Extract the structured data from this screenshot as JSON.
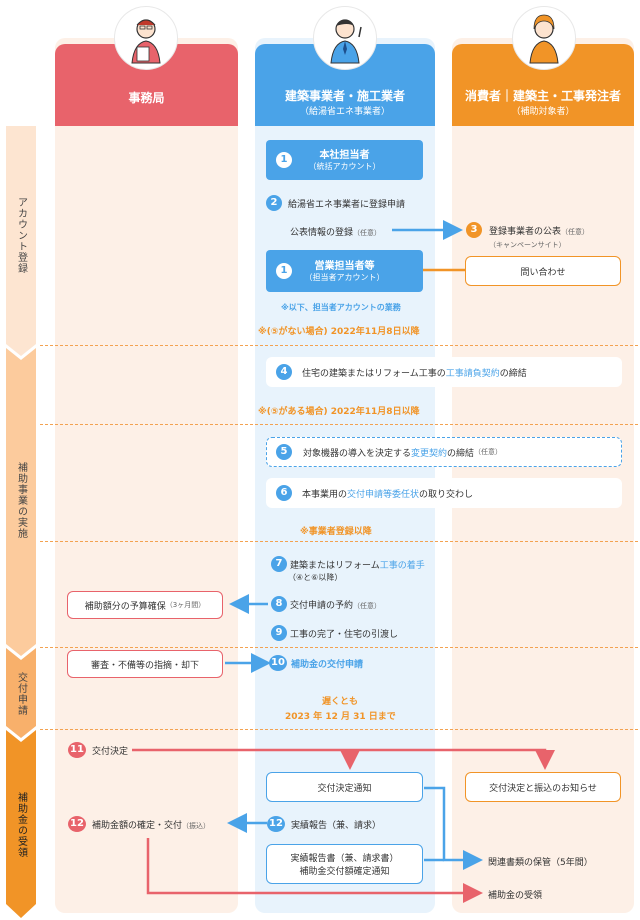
{
  "columns": {
    "left": {
      "title": "事務局"
    },
    "center": {
      "title": "建築事業者・施工業者",
      "subtitle": "（給湯省エネ事業者）"
    },
    "right": {
      "title": "消費者｜建築主・工事発注者",
      "subtitle": "（補助対象者）"
    }
  },
  "phases": [
    "アカウント登録",
    "補助事業の実施",
    "交付申請",
    "補助金の受領"
  ],
  "steps": {
    "s1a": {
      "num": "1",
      "title": "本社担当者",
      "sub": "（統括アカウント）"
    },
    "s2": {
      "num": "2",
      "text": "給湯省エネ事業者に登録申請"
    },
    "pub_info": {
      "text": "公表情報の登録",
      "note": "（任意）"
    },
    "s3": {
      "num": "3",
      "text": "登録事業者の公表",
      "note": "（任意）",
      "sub": "（キャンペーンサイト）"
    },
    "inquiry": {
      "text": "問い合わせ"
    },
    "s1b": {
      "num": "1",
      "title": "営業担当者等",
      "sub": "（担当者アカウント）"
    },
    "below_note": {
      "text": "※以下、担当者アカウントの業務"
    },
    "date1": {
      "text": "※(⑤がない場合) 2022年11月8日以降"
    },
    "s4": {
      "num": "4",
      "text_a": "住宅の建築またはリフォーム工事の",
      "text_b": "工事請負契約",
      "text_c": "の締結"
    },
    "date2": {
      "text": "※(⑤がある場合) 2022年11月8日以降"
    },
    "s5": {
      "num": "5",
      "text_a": "対象機器の導入を決定する",
      "text_b": "変更契約",
      "text_c": "の締結",
      "note": "（任意）"
    },
    "s6": {
      "num": "6",
      "text_a": "本事業用の",
      "text_b": "交付申請等委任状",
      "text_c": "の取り交わし"
    },
    "after_reg": {
      "text": "※事業者登録以降"
    },
    "s7": {
      "num": "7",
      "text_a": "建築またはリフォーム",
      "text_b": "工事の着手",
      "sub": "（④と⑥以降）"
    },
    "budget": {
      "text": "補助額分の予算確保",
      "note": "（3ヶ月間）"
    },
    "s8": {
      "num": "8",
      "text": "交付申請の予約",
      "note": "（任意）"
    },
    "s9": {
      "num": "9",
      "text": "工事の完了・住宅の引渡し"
    },
    "review": {
      "text": "審査・不備等の指摘・却下"
    },
    "s10": {
      "num": "10",
      "text": "補助金の交付申請"
    },
    "deadline": {
      "line1": "遅くとも",
      "line2": "2023 年 12 月 31 日まで"
    },
    "s11": {
      "num": "11",
      "text": "交付決定"
    },
    "notice": {
      "text": "交付決定通知"
    },
    "notice_consumer": {
      "text": "交付決定と振込のお知らせ"
    },
    "s12a": {
      "num": "12",
      "text": "補助金額の確定・交付",
      "note": "（振込）"
    },
    "s12b": {
      "num": "12",
      "text": "実績報告（兼、請求）"
    },
    "report": {
      "line1": "実績報告書（兼、請求書）",
      "line2": "補助金交付額確定通知"
    },
    "keep": {
      "text": "関連書類の保管（5年間）"
    },
    "receive": {
      "text": "補助金の受領"
    }
  },
  "colors": {
    "red": "#e8636b",
    "blue": "#4aa3e8",
    "orange": "#f19427",
    "bg_left": "#fdf1ea",
    "bg_center": "#eaf4fc",
    "bg_right": "#fdf1ea"
  }
}
